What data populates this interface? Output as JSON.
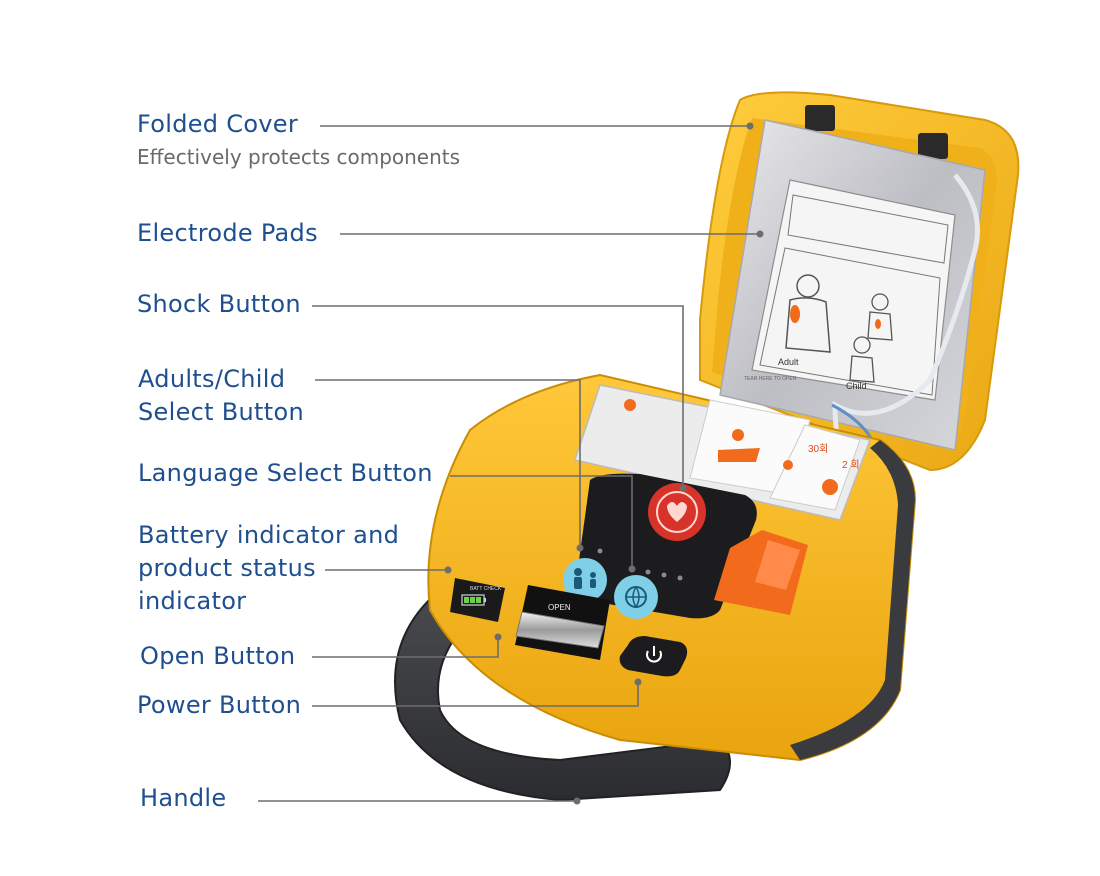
{
  "callouts": {
    "folded_cover": {
      "title": "Folded Cover",
      "subtitle": "Effectively protects components"
    },
    "electrode_pads": {
      "title": "Electrode Pads"
    },
    "shock_button": {
      "title": "Shock Button"
    },
    "adult_child": {
      "line1": "Adults/Child",
      "line2": "Select Button"
    },
    "language": {
      "title": "Language Select Button"
    },
    "battery": {
      "line1": "Battery indicator and",
      "line2": "product status",
      "line3": "indicator"
    },
    "open_button": {
      "title": "Open Button"
    },
    "power_button": {
      "title": "Power Button"
    },
    "handle": {
      "title": "Handle"
    }
  },
  "device_text": {
    "pad_adult": "Adult",
    "pad_child": "Child",
    "pad_tear": "TEAR HERE TO OPEN",
    "step_30": "30회",
    "step_2": "2 회",
    "batt_check": "BATT CHECK",
    "open_logo": "OPEN"
  },
  "colors": {
    "label_blue": "#1f4f8f",
    "leader_gray": "#6d6d6d",
    "body_yellow": "#f6b921",
    "handle_gray": "#3a3b3e",
    "accent_orange": "#f26a1b",
    "shock_red": "#d8332b",
    "button_cyan": "#7fcfe6"
  },
  "icons": [
    "power-icon",
    "heart-shock-icon",
    "adult-child-icon",
    "language-icon",
    "battery-icon"
  ]
}
